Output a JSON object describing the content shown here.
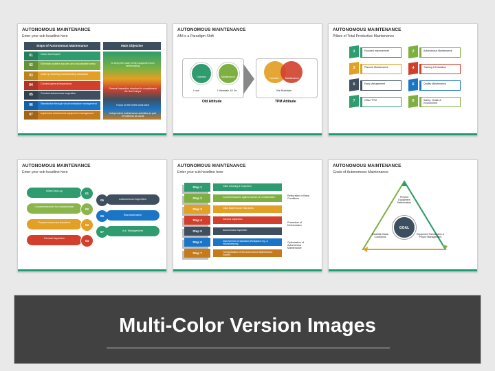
{
  "slides": [
    {
      "title": "AUTONOMOUS MAINTENANCE",
      "subtitle": "Enter your sub headline here",
      "left_header": "Steps of Autonomous Maintenance",
      "right_header": "Main Objective",
      "steps": [
        {
          "num": "01",
          "text": "Clean and inspect",
          "color": "#2e9c6e"
        },
        {
          "num": "02",
          "text": "Eliminate problem sources and inaccessible areas",
          "color": "#7db041"
        },
        {
          "num": "03",
          "text": "Draw up cleaning and lubricating standards",
          "color": "#e2a024"
        },
        {
          "num": "04",
          "text": "Conduct general inspections",
          "color": "#d2402d"
        },
        {
          "num": "05",
          "text": "Conduct autonomous inspection",
          "color": "#3f4f5f"
        },
        {
          "num": "06",
          "text": "Standardize through visual workplace management",
          "color": "#1b75c7"
        },
        {
          "num": "07",
          "text": "Implement autonomous equipment management",
          "color": "#c57a1c"
        }
      ],
      "objectives": [
        "To keep the state of the equipment from deteriorating",
        "General inspection standard to complement the first 3 steps",
        "Focus on the entire work area",
        "Independent maintenance activities as part of business as usual"
      ]
    },
    {
      "title": "AUTONOMOUS MAINTENANCE",
      "subtitle": "AM is a Paradigm Shift",
      "operator": "Operator",
      "maintenance": "Maintenance",
      "i_use": "I use",
      "i_maintain": "I Maintain & I fix",
      "we_maintain": "We Maintain",
      "old_attitude": "Old Attitude",
      "tpm_attitude": "TPM Attitude"
    },
    {
      "title": "AUTONOMOUS MAINTENANCE",
      "subtitle": "Pillars of Total Productive Maintenance",
      "pillars": [
        {
          "num": "1",
          "text": "Focused Improvement",
          "color": "#2e9c6e"
        },
        {
          "num": "2",
          "text": "Autonomous Maintenance",
          "color": "#7db041"
        },
        {
          "num": "3",
          "text": "Planned Maintenance",
          "color": "#e2a024"
        },
        {
          "num": "4",
          "text": "Training & Education",
          "color": "#d2402d"
        },
        {
          "num": "5",
          "text": "Early Management",
          "color": "#3f4f5f"
        },
        {
          "num": "6",
          "text": "Quality Maintenance",
          "color": "#1b75c7"
        },
        {
          "num": "7",
          "text": "Office TPM",
          "color": "#2e9c6e"
        },
        {
          "num": "8",
          "text": "Safety, Health & Environment",
          "color": "#7db041"
        }
      ]
    },
    {
      "title": "AUTONOMOUS MAINTENANCE",
      "subtitle": "Enter your sub headline here",
      "left": [
        {
          "num": "01",
          "text": "Initial Clean-up",
          "color": "#2e9c6e"
        },
        {
          "num": "02",
          "text": "Countermeasures for contamination",
          "color": "#8ab54a"
        },
        {
          "num": "03",
          "text": "Prepare temporary standards",
          "color": "#e2a024"
        },
        {
          "num": "04",
          "text": "General Inspection",
          "color": "#d2402d"
        }
      ],
      "right": [
        {
          "num": "05",
          "text": "Autonomous Inspection",
          "color": "#3f4f5f"
        },
        {
          "num": "06",
          "text": "Standardization",
          "color": "#1b75c7"
        },
        {
          "num": "07",
          "text": "Aut. Management",
          "color": "#2e9c6e"
        }
      ]
    },
    {
      "title": "AUTONOMOUS MAINTENANCE",
      "subtitle": "Enter your sub headline here",
      "steps": [
        {
          "label": "Step 1",
          "text": "Initial Cleaning & Inspection",
          "color": "#2e9c6e"
        },
        {
          "label": "Step 2",
          "text": "Countermeasures against causes of contamination",
          "color": "#7db041"
        },
        {
          "label": "Step 3",
          "text": "Initial Maintenance Standards",
          "color": "#e2a024"
        },
        {
          "label": "Step 4",
          "text": "General Inspection",
          "color": "#d2402d"
        },
        {
          "label": "Step 5",
          "text": "Autonomous Inspection",
          "color": "#3f4f5f"
        },
        {
          "label": "Step 6",
          "text": "Improvement of standard (Workplace org. & Housekeeping)",
          "color": "#1b75c7"
        },
        {
          "label": "Step 7",
          "text": "Full Application of the Autonomous Maintenance System",
          "color": "#c57a1c"
        }
      ],
      "groups": [
        "Restoration of Basic Conditions",
        "Prevention of Deterioration",
        "Optimization of Autonomous Maintenance"
      ]
    },
    {
      "title": "AUTONOMOUS MAINTENANCE",
      "subtitle": "Goals of Autonomous Maintenance",
      "goal": "GOAL",
      "top": "Prevent Equipment Deterioration",
      "left": "Establish Basic Conditions",
      "right": "Equipment Restoration & Proper Management"
    }
  ],
  "banner": {
    "title": "Multi-Color Version Images"
  }
}
